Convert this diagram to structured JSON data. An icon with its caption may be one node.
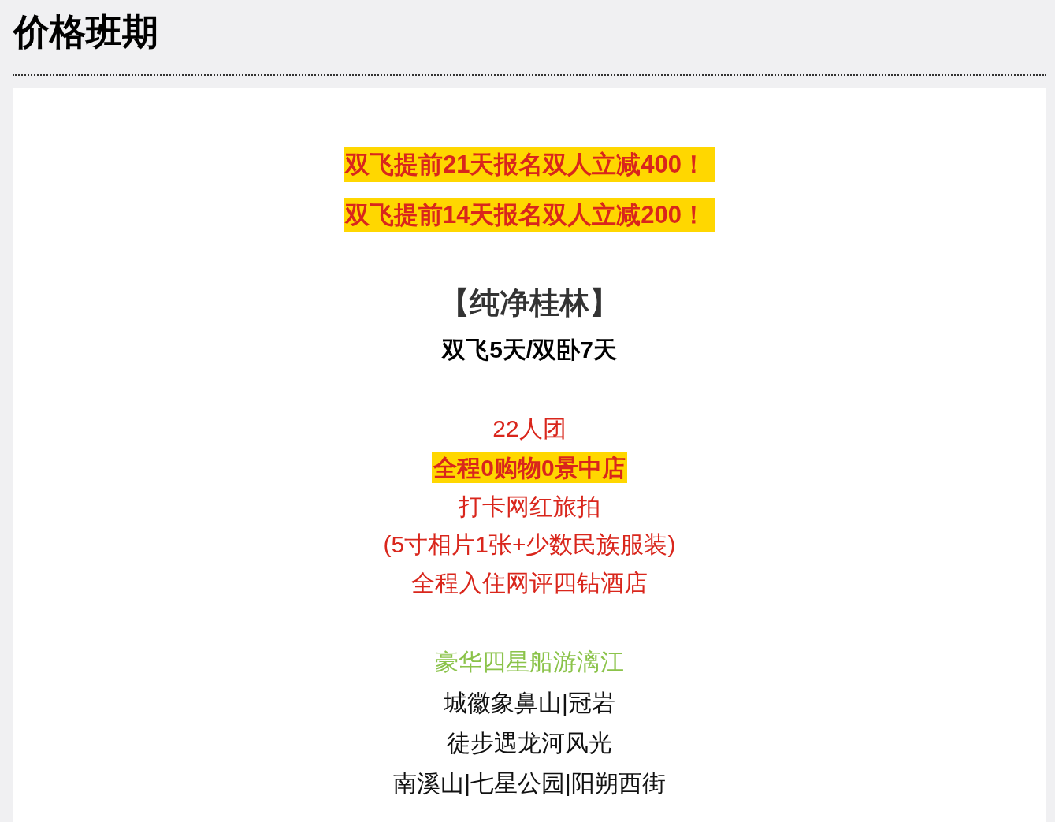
{
  "diagram": {
    "title": "价格班期",
    "labels": [
      "双飞提前21天报名双人立减400！",
      "双飞提前14天报名双人立减200！",
      "【纯净桂林】",
      "双飞5天/双卧7天",
      "22人团",
      "全程0购物0景中店",
      "打卡网红旅拍",
      "(5寸相片1张+少数民族服装)",
      "全程入住网评四钻酒店",
      "豪华四星船游漓江",
      "城徽象鼻山|冠岩",
      "徒步遇龙河风光",
      "南溪山|七星公园|阳朔西街"
    ]
  }
}
